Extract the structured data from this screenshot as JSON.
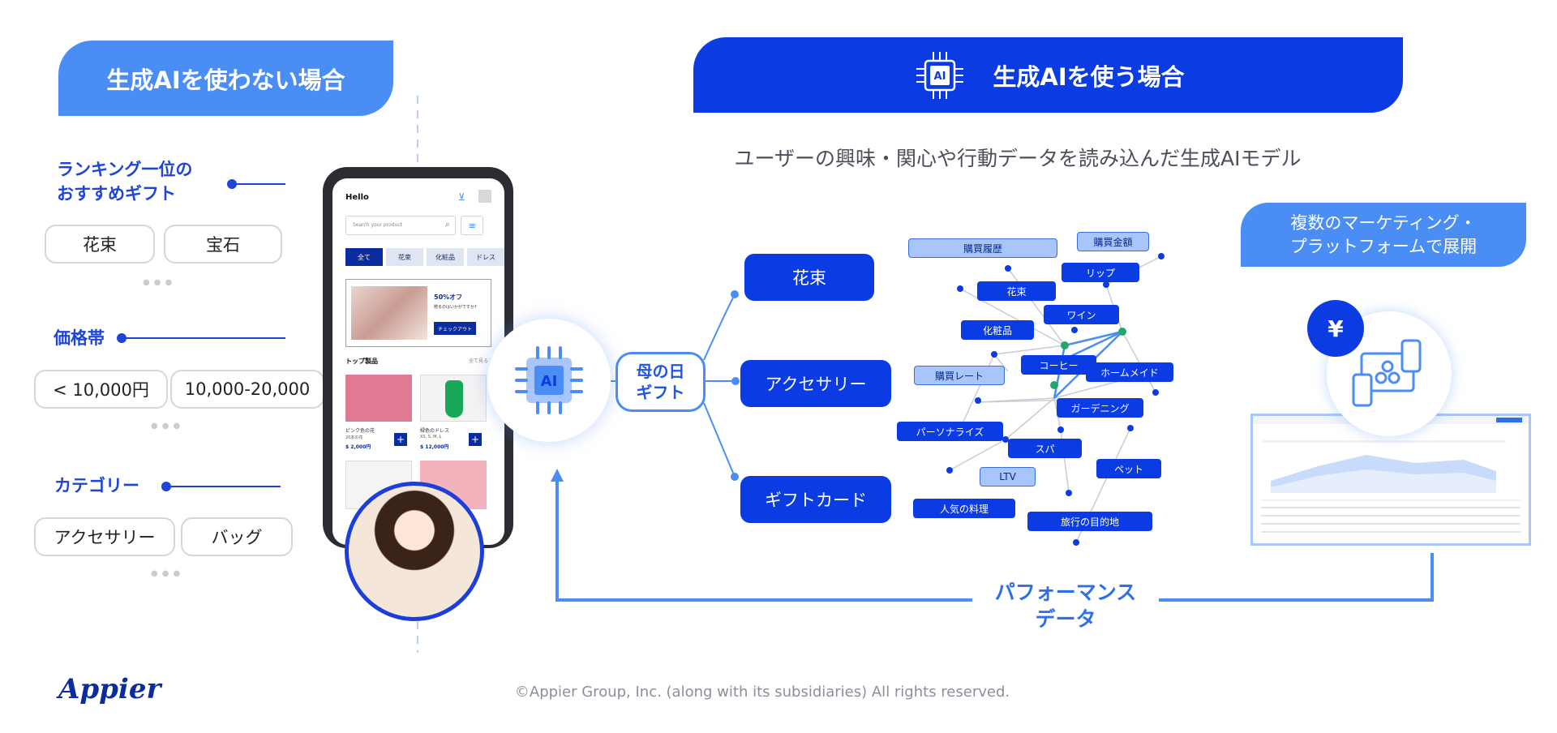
{
  "left": {
    "header": "生成AIを使わない場合",
    "ranking_label_1": "ランキング一位の",
    "ranking_label_2": "おすすめギフト",
    "ranking_pills": [
      "花束",
      "宝石"
    ],
    "price_label": "価格帯",
    "price_pills": [
      "< 10,000円",
      "10,000-20,000"
    ],
    "category_label": "カテゴリー",
    "category_pills": [
      "アクセサリー",
      "バッグ"
    ]
  },
  "phone": {
    "hello": "Hello",
    "search_placeholder": "Search your product",
    "tabs": [
      "全て",
      "花束",
      "化粧品",
      "ドレス"
    ],
    "banner_title": "50%オフ",
    "banner_text": "贈るのはいかがですか?",
    "banner_button": "チェックアウト",
    "top_products": "トップ製品",
    "see_all": "全て見る",
    "products": [
      {
        "name": "ピンク色の花",
        "sub": "20本の花",
        "price": "$ 2,000円"
      },
      {
        "name": "緑色のドレス",
        "sub": "XS, S, M, L",
        "price": "$ 12,000円"
      }
    ]
  },
  "right": {
    "header": "生成AIを使う場合",
    "subtitle": "ユーザーの興味・関心や行動データを読み込んだ生成AIモデル",
    "ai_chip": "AI",
    "gift_1": "母の日",
    "gift_2": "ギフト",
    "categories": [
      "花束",
      "アクセサリー",
      "ギフトカード"
    ],
    "nodes": [
      "購買履歴",
      "購買金額",
      "リップ",
      "花束",
      "ワイン",
      "化粧品",
      "コーヒー",
      "ホームメイド",
      "購買レート",
      "ガーデニング",
      "パーソナライズ",
      "スパ",
      "LTV",
      "ペット",
      "人気の料理",
      "旅行の目的地"
    ],
    "marketing_1": "複数のマーケティング・",
    "marketing_2": "プラットフォームで展開",
    "yen": "¥",
    "perf_1": "パフォーマンス",
    "perf_2": "データ"
  },
  "footer": {
    "logo": "Appier",
    "copyright": "©Appier Group, Inc. (along with its subsidiaries) All rights reserved."
  },
  "colors": {
    "primary": "#0a3be3",
    "light_blue": "#4a8ef5",
    "accent": "#1f45d6"
  }
}
